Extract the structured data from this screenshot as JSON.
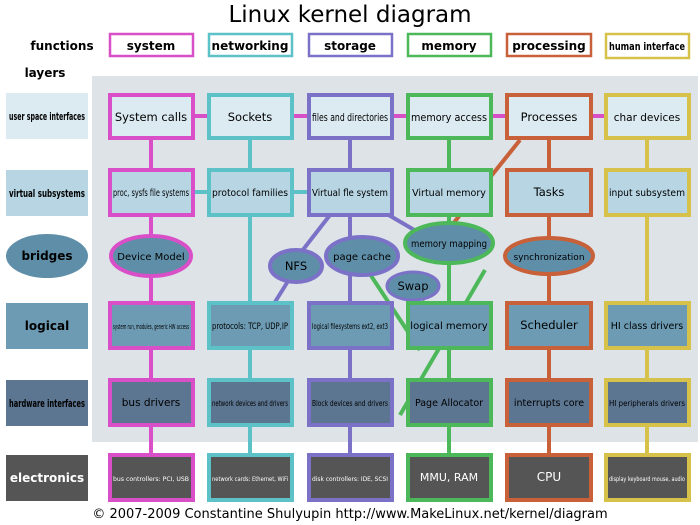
{
  "title": "Linux kernel diagram",
  "functions_label": "functions",
  "layers_label": "layers",
  "columns": [
    {
      "label": "system",
      "color": "#d94fc8"
    },
    {
      "label": "networking",
      "color": "#5cc2c7"
    },
    {
      "label": "storage",
      "color": "#7b72c8"
    },
    {
      "label": "memory",
      "color": "#4cb85a"
    },
    {
      "label": "processing",
      "color": "#c8603a"
    },
    {
      "label": "human interface",
      "color": "#d6c24a"
    }
  ],
  "rows": [
    {
      "label": "user space interfaces"
    },
    {
      "label": "virtual subsystems"
    },
    {
      "label": "bridges"
    },
    {
      "label": "logical"
    },
    {
      "label": "hardware interfaces"
    },
    {
      "label": "electronics"
    }
  ],
  "cells": {
    "system_calls": "System calls",
    "sockets": "Sockets",
    "files_dirs": "files and directories",
    "memory_access": "memory access",
    "processes": "Processes",
    "char_devices": "char devices",
    "proc_sysfs": "proc, sysfs file systems",
    "protocol_families": "protocol families",
    "virtual_fs": "Virtual fle system",
    "virtual_memory": "Virtual memory",
    "tasks": "Tasks",
    "input_subsystem": "input subsystem",
    "device_model": "Device Model",
    "nfs": "NFS",
    "page_cache": "page cache",
    "memory_mapping": "memory mapping",
    "swap": "Swap",
    "synchronization": "synchronization",
    "system_run": "system run, modules, generic HW access",
    "protocols": "protocols: TCP, UDP,IP",
    "logical_fs": "logical filesystems ext2, ext3",
    "logical_memory": "logical memory",
    "scheduler": "Scheduler",
    "hi_class_drivers": "HI class drivers",
    "bus_drivers": "bus drivers",
    "network_drivers": "network devices and drivers",
    "block_devices": "Block devices and drivers",
    "page_allocator": "Page Allocator",
    "interrupts_core": "interrupts core",
    "hi_peripherals": "HI peripherals drivers",
    "bus_controllers": "bus controllers: PCI, USB",
    "network_cards": "network cards: Ethernet, WiFi",
    "disk_controllers": "disk controllers: IDE, SCSI",
    "mmu_ram": "MMU, RAM",
    "cpu": "CPU",
    "display": "display keyboard mouse, audio"
  },
  "footer": "© 2007-2009 Constantine Shulyupin http://www.MakeLinux.net/kernel/diagram"
}
